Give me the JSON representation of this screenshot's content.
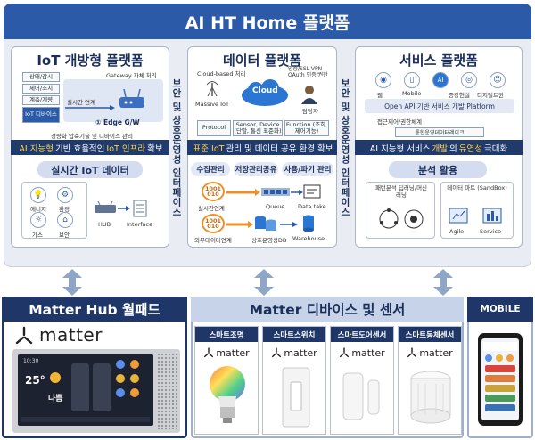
{
  "top": {
    "title": "AI HT Home 플랫폼"
  },
  "iot": {
    "title": "IoT 개방형 플랫폼",
    "stack": [
      "상태/감시",
      "제어/조치",
      "계측/계량",
      "IoT 디바이스"
    ],
    "gateway_label": "Gateway 자체 처리",
    "realtime_link": "실시간 연계",
    "edge_label": "Edge G/W",
    "caption": "경량화 압축기술 및 디바이스 관리",
    "band": {
      "pre": "AI 지능형",
      "mid": " 기반 효율적인 ",
      "hl2": "IoT 인프라",
      "post": " 확보"
    },
    "sub": "실시간 IoT 데이터",
    "icons": [
      "에너지",
      "환경",
      "가스",
      "보안"
    ],
    "hub": "HUB",
    "interface": "Interface"
  },
  "data": {
    "title": "데이터 플랫폼",
    "cloud_based": "Cloud-based 처리",
    "cloud": "Cloud",
    "massive": "Massive IoT",
    "auth": "인증/SSL VPN OAuth 인증/권한",
    "manager": "담당자",
    "boxes": [
      "Protocol",
      "Sensor, Device (단말, 통신 표준화)",
      "Function (조회, 제어기능)"
    ],
    "band": {
      "pre": "표준 IoT",
      "post": " 관리 및 데이터 공유 환경 확보"
    },
    "pills": [
      "수집관리",
      "저장관리공유",
      "사용/파기 관리"
    ],
    "flow": [
      "실시간연계",
      "Queue",
      "Data take",
      "외부데이터연계",
      "상호운영성DB",
      "Warehouse"
    ],
    "badge_text": "1001 010"
  },
  "service": {
    "title": "서비스 플랫폼",
    "icons": [
      "웹",
      "Mobile",
      "AI",
      "증강현실",
      "디지털트윈"
    ],
    "api": "Open API 기반 서비스 개발 Platform",
    "access": "접근제어/권한체계",
    "gateway": "통합운영데이터레이크",
    "band": {
      "pre": "AI 지능형 서비스 ",
      "hl": "개발",
      "mid": "의 ",
      "hl2": "유연성",
      "post": " 극대화"
    },
    "sub": "분석 활용",
    "analysis": "패턴분석 딥러닝/머신러닝",
    "mart": "데이터 마트 (SandBox)",
    "mart_items": [
      "Agile",
      "Service"
    ]
  },
  "side_label": "보안 및 상호운영성 인터페이스",
  "hub": {
    "title": "Matter Hub 월패드",
    "brand": "matter",
    "screen": {
      "time": "10:30",
      "temp": "25°",
      "weather": "나쁨"
    }
  },
  "devices": {
    "title": "Matter 디바이스 및 센서",
    "cards": [
      {
        "label": "스마트조명",
        "brand": "matter"
      },
      {
        "label": "스마트스위치",
        "brand": "matter"
      },
      {
        "label": "스마트도어센서",
        "brand": "matter"
      },
      {
        "label": "스마트동체센서",
        "brand": "matter"
      }
    ]
  },
  "mobile": {
    "title": "MOBILE"
  },
  "colors": {
    "navy": "#1e3768",
    "blue": "#2a5aa8",
    "accent": "#ffd24a",
    "orange": "#e8922a"
  }
}
